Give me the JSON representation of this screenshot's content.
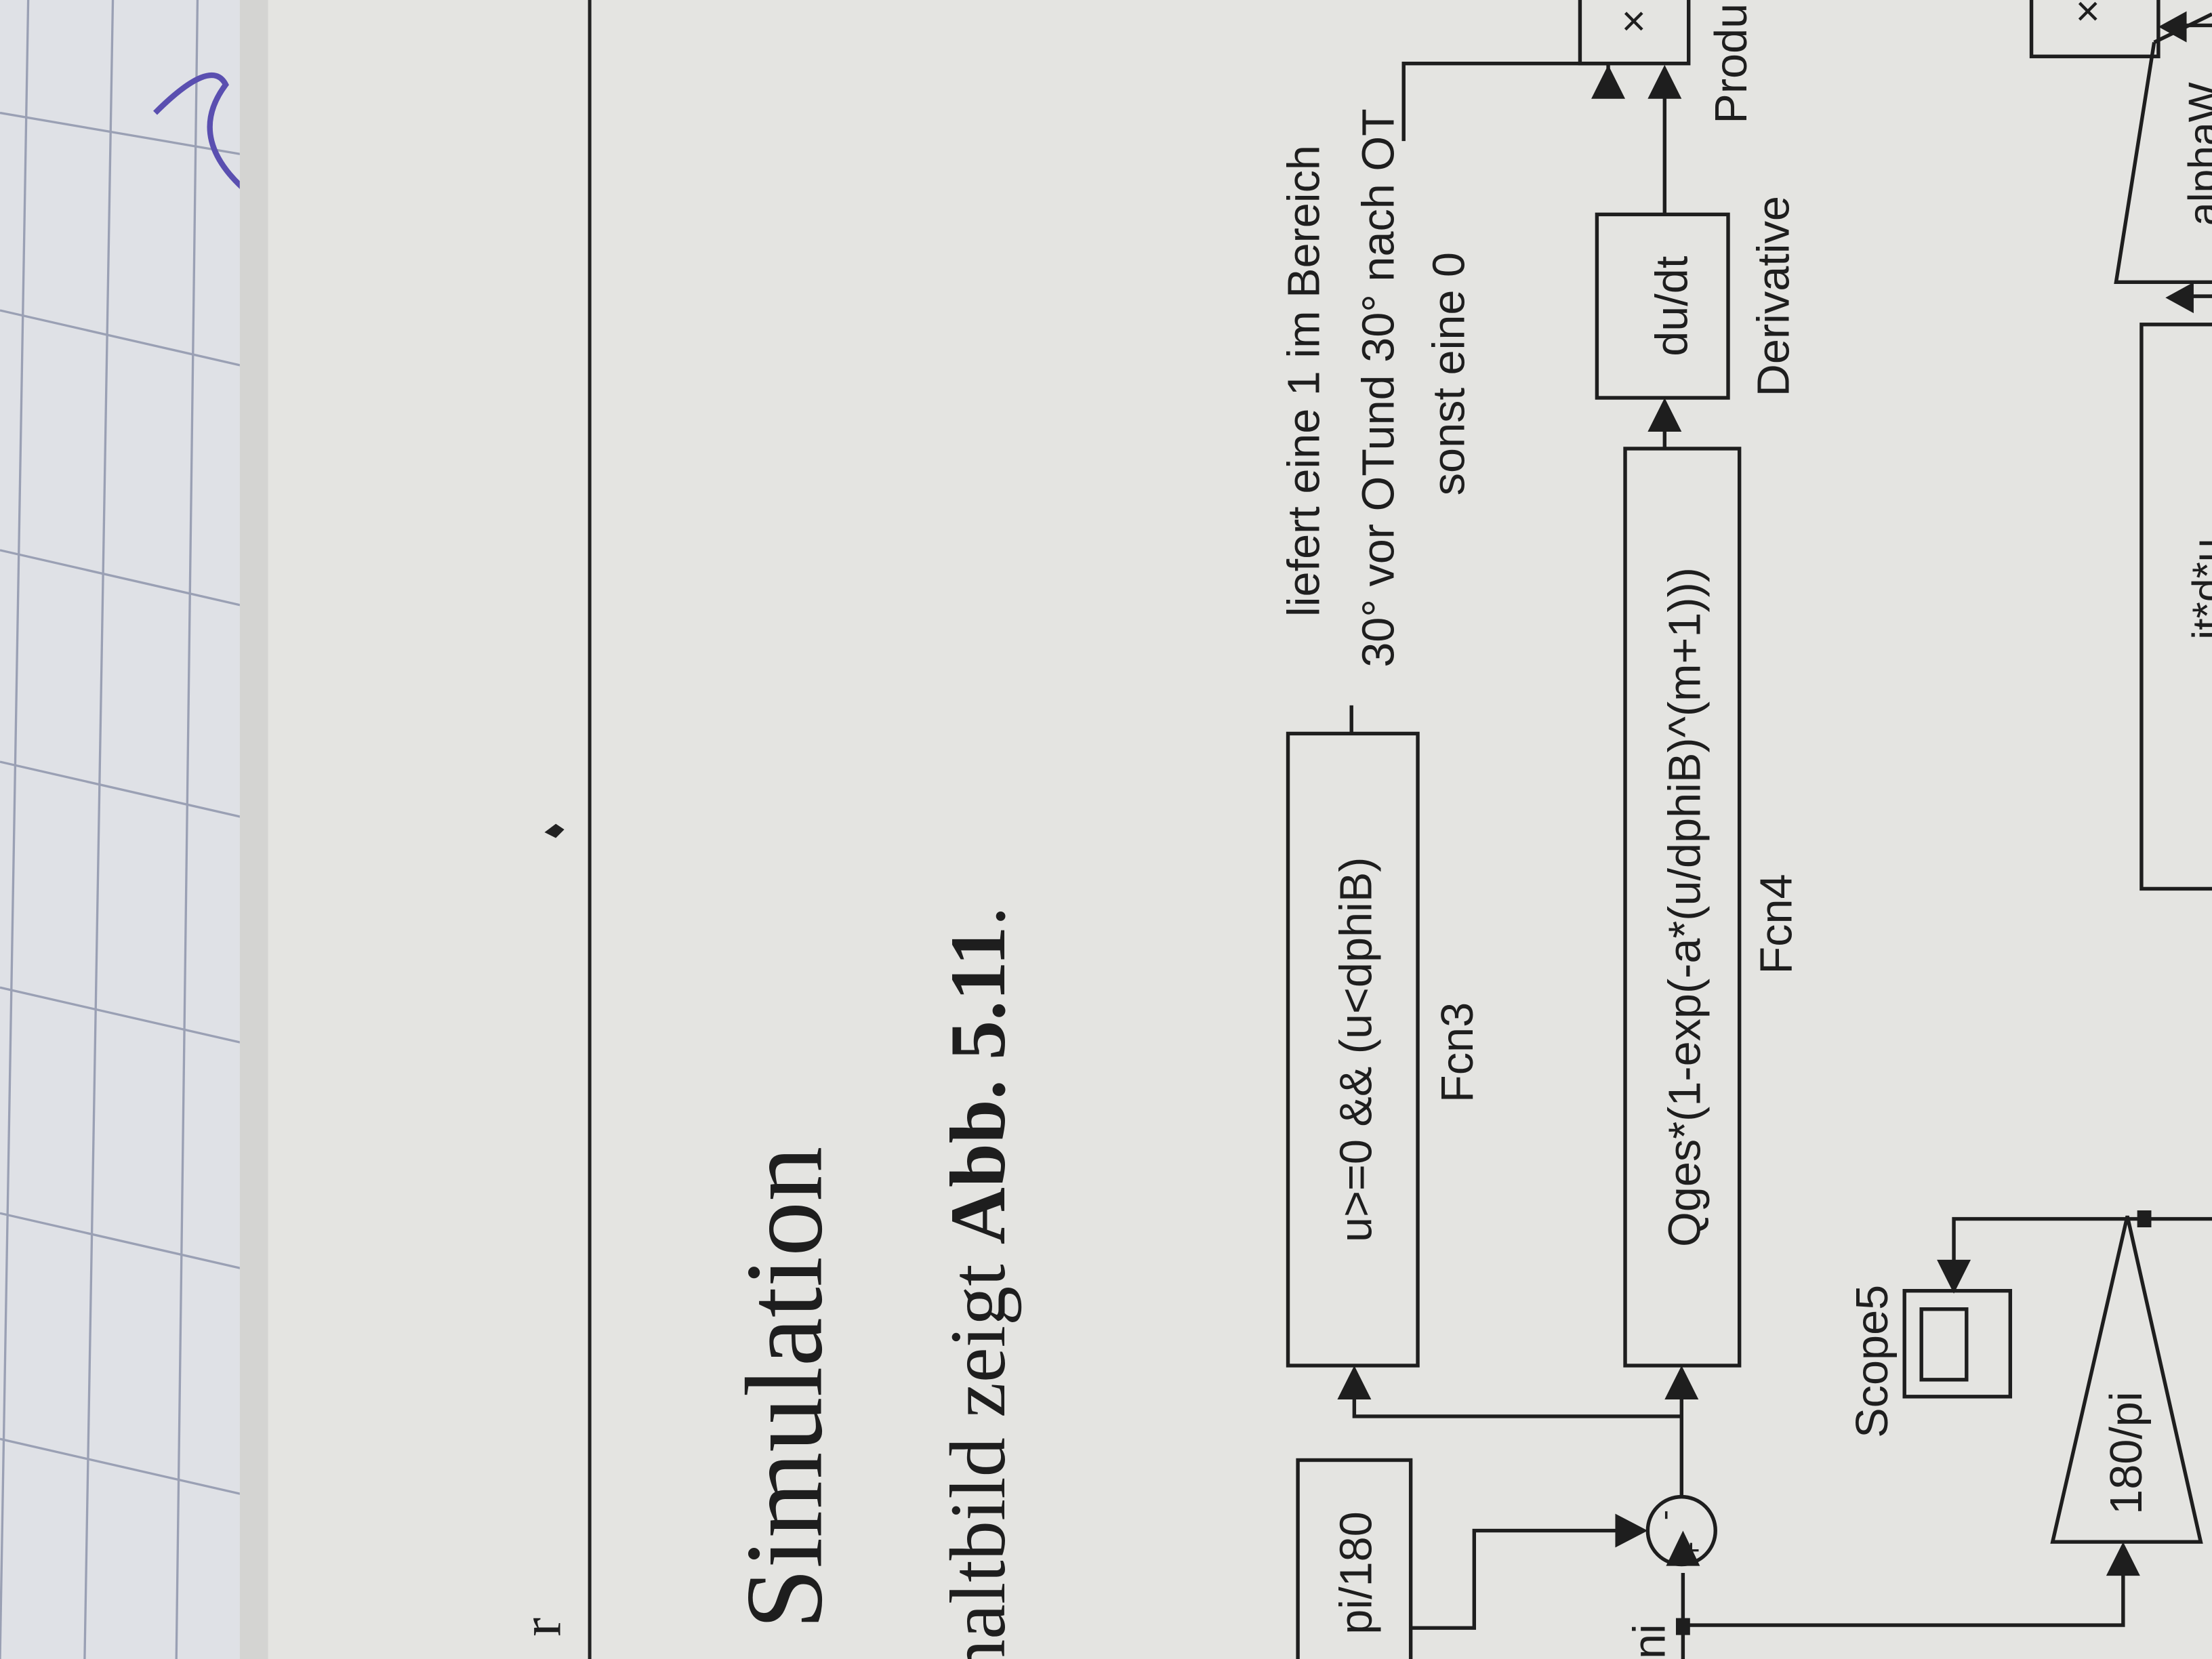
{
  "page": {
    "header_fragment": "r",
    "section_title": "Simulation",
    "body_text_start": "naltbild zeigt ",
    "body_text_ref": "Abb. 5.11",
    "body_text_end": "."
  },
  "diagram": {
    "fcn3": {
      "expression": "u>=0 && (u<dphiB)",
      "label": "Fcn3"
    },
    "annotation": [
      "liefert eine 1 im Bereich",
      "30° vor OTund 30° nach OT",
      "sonst eine 0"
    ],
    "fcn4": {
      "expression": "Qges*(1-exp(-a*(u/dphiB)^(m+1)))",
      "label": "Fcn4"
    },
    "derivative": {
      "expression": "du/dt",
      "label": "Derivative"
    },
    "product": {
      "symbol": "×",
      "label": "Produ"
    },
    "product2": {
      "symbol": "×"
    },
    "gain_alphaW": {
      "label": "alphaW"
    },
    "gain_180pi": {
      "label": "180/pi"
    },
    "const_pi180": {
      "label": "pi/180"
    },
    "sum": {
      "plus": "+",
      "minus": "-"
    },
    "scope5": {
      "label": "Scope5"
    },
    "input_fragment": "ni",
    "partial_block": "...it*d*u"
  }
}
